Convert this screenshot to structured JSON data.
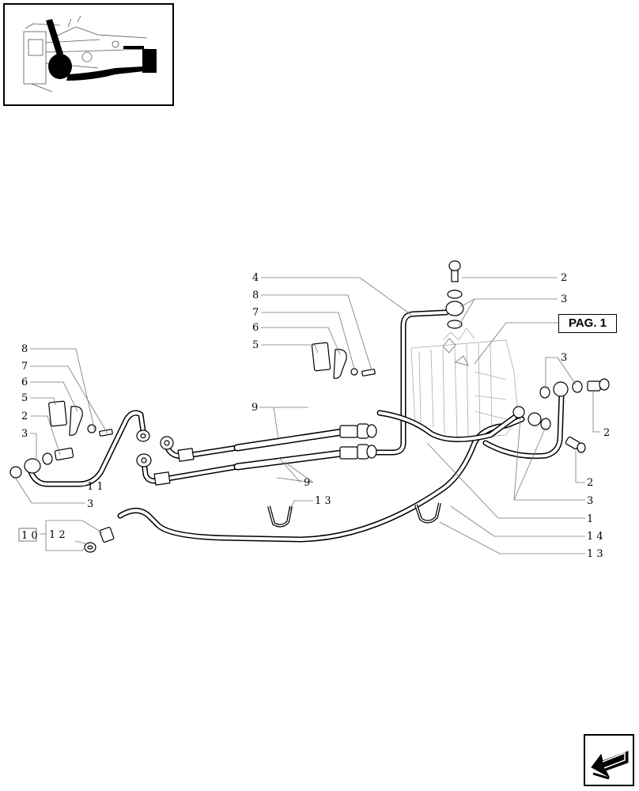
{
  "page_ref": "PAG. 1",
  "callouts": {
    "c4": "4",
    "c8a": "8",
    "c7a": "7",
    "c6a": "6",
    "c5a": "5",
    "c2_top": "2",
    "c3_top": "3",
    "c3_right": "3",
    "c2_right": "2",
    "c8b": "8",
    "c7b": "7",
    "c6b": "6",
    "c5b": "5",
    "c2_left": "2",
    "c3_left": "3",
    "c11": "1 1",
    "c3_bottom_left": "3",
    "c9_top": "9",
    "c9_bottom": "9",
    "c13_mid": "1 3",
    "c2_lower_right": "2",
    "c3_lower_right": "3",
    "c1": "1",
    "c14": "1 4",
    "c13_right": "1 3",
    "c10": "1 0",
    "c12": "1 2"
  },
  "icons": {
    "thumbnail": "tractor-location-thumbnail-icon",
    "nav": "previous-page-arrow-icon"
  }
}
